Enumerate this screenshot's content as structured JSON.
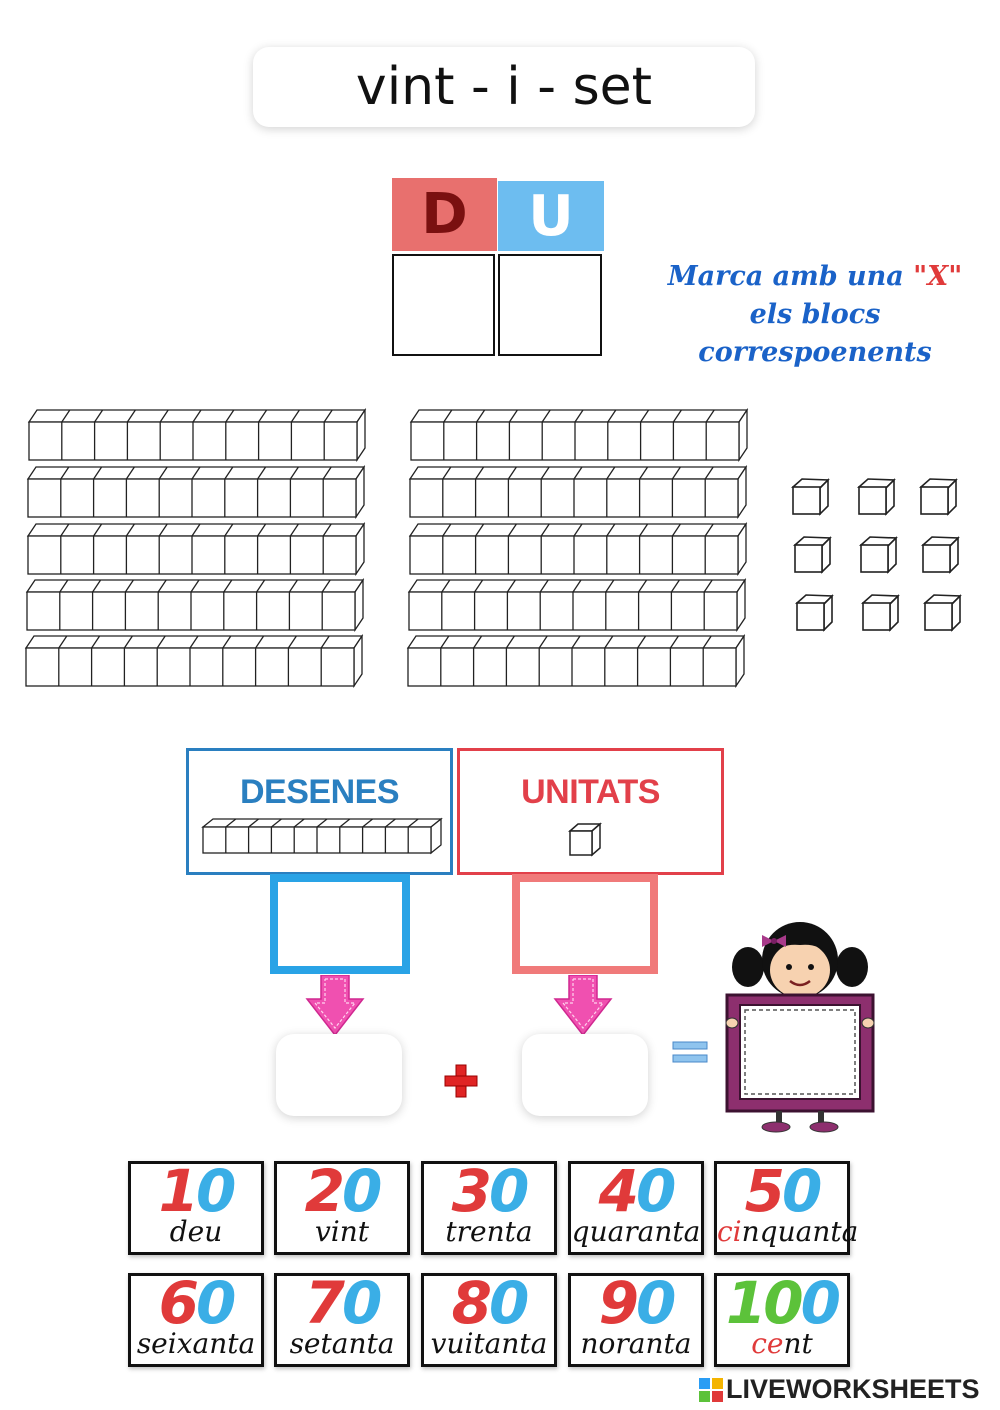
{
  "title": "vint - i - set",
  "place_value": {
    "tens_label": "D",
    "units_label": "U"
  },
  "instruction": {
    "part1": "Marca amb una ",
    "quoted": "\"X\"",
    "line2": "els blocs",
    "line3": "correspoenents"
  },
  "blocks": {
    "tens_rods": 10,
    "unit_cubes": 9
  },
  "panels": {
    "tens_title": "DESENES",
    "units_title": "UNITATS"
  },
  "operators": {
    "plus": "+",
    "equals": "="
  },
  "tiles": [
    {
      "tens": "1",
      "units": "0",
      "word": "deu"
    },
    {
      "tens": "2",
      "units": "0",
      "word": "vint"
    },
    {
      "tens": "3",
      "units": "0",
      "word": "trenta"
    },
    {
      "tens": "4",
      "units": "0",
      "word": "quaranta"
    },
    {
      "tens": "5",
      "units": "0",
      "word_prefix": "ci",
      "word": "nquanta"
    },
    {
      "tens": "6",
      "units": "0",
      "word": "seixanta"
    },
    {
      "tens": "7",
      "units": "0",
      "word": "setanta"
    },
    {
      "tens": "8",
      "units": "0",
      "word": "vuitanta"
    },
    {
      "tens": "9",
      "units": "0",
      "word": "noranta"
    },
    {
      "tens": "10",
      "units": "0",
      "word_prefix": "ce",
      "word": "nt"
    }
  ],
  "brand": "LIVEWORKSHEETS",
  "colors": {
    "tens_red": "#e03a3a",
    "units_blue": "#3aaee6",
    "hundred_green": "#5cc23a",
    "instruction_blue": "#1a62c8"
  }
}
